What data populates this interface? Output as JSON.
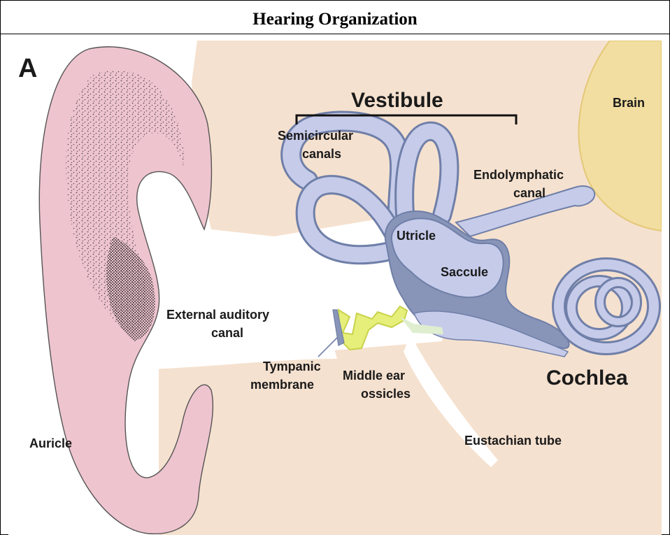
{
  "title": "Hearing Organization",
  "panel_letter": "A",
  "labels": {
    "vestibule": "Vestibule",
    "brain": "Brain",
    "semicircular_line1": "Semicircular",
    "semicircular_line2": "canals",
    "endolymphatic_line1": "Endolymphatic",
    "endolymphatic_line2": "canal",
    "utricle": "Utricle",
    "saccule": "Saccule",
    "external_line1": "External auditory",
    "external_line2": "canal",
    "tympanic_line1": "Tympanic",
    "tympanic_line2": "membrane",
    "ossicles_line1": "Middle ear",
    "ossicles_line2": "ossicles",
    "cochlea": "Cochlea",
    "auricle": "Auricle",
    "eustachian": "Eustachian tube"
  },
  "colors": {
    "background_tissue": "#f5e1cf",
    "auricle_pink": "#eec4cf",
    "inner_ear_light": "#c6cbea",
    "inner_ear_dark": "#8895b8",
    "inner_ear_outline": "#6f7fa8",
    "brain_tan": "#f2dea0",
    "ossicles_yellow": "#e6ef7a"
  }
}
